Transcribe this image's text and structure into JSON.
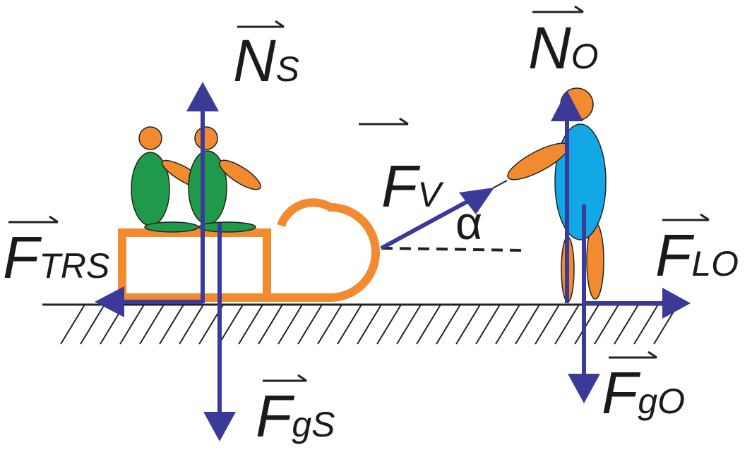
{
  "colors": {
    "vector": "#3b3a99",
    "sled": "#f28a30",
    "skin": "#f28a30",
    "child_body": "#1f9a4a",
    "adult_body": "#12a8e6",
    "ground": "#222222",
    "outline": "#222222"
  },
  "labels": {
    "normal_sled": {
      "main": "N",
      "sub": "S"
    },
    "gravity_sled": {
      "main": "F",
      "sub": "gS"
    },
    "friction_sled": {
      "main": "F",
      "sub": "TRS"
    },
    "pull": {
      "main": "F",
      "sub": "V"
    },
    "normal_person": {
      "main": "N",
      "sub": "O"
    },
    "gravity_person": {
      "main": "F",
      "sub": "gO"
    },
    "friction_person": {
      "main": "F",
      "sub": "LO"
    },
    "angle": "α"
  }
}
